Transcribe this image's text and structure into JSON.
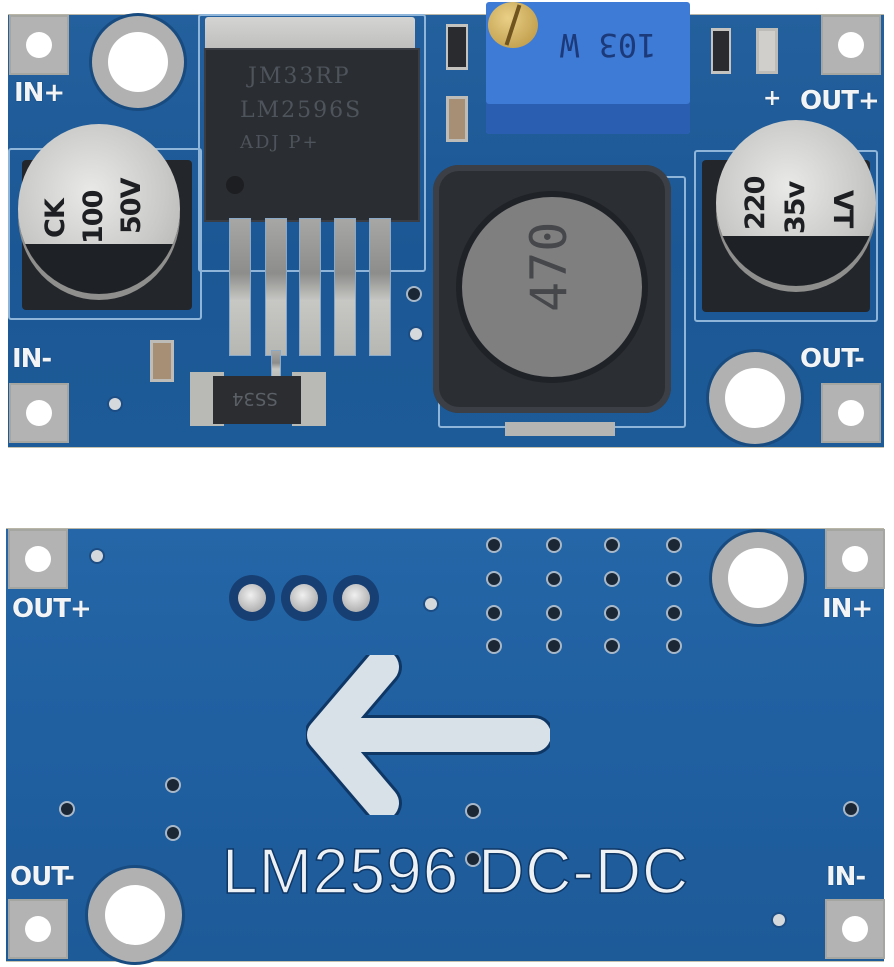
{
  "image": {
    "subject": "LM2596 DC-DC buck converter module, front and back views",
    "background_color": "#ffffff",
    "pcb_color": "#1f5f9c",
    "silkscreen_color": "#f2f4f6"
  },
  "top_board": {
    "view": "component side",
    "labels": {
      "in_plus": "IN+",
      "in_minus": "IN-",
      "out_plus": "OUT+",
      "out_minus": "OUT-",
      "led_polarity": "+"
    },
    "ic": {
      "line1": "JM33RP",
      "line2": "LM2596S",
      "line3": "ADJ    P+"
    },
    "input_capacitor": {
      "line1": "CK",
      "line2": "100",
      "line3": "50V"
    },
    "output_capacitor": {
      "line1": "220",
      "line2": "35v",
      "line3": "VT"
    },
    "inductor": {
      "marking": "470"
    },
    "potentiometer": {
      "marking": "103 W",
      "color": "#3e7bd6"
    },
    "diode": {
      "marking": "SS34"
    }
  },
  "bottom_board": {
    "view": "solder side",
    "labels": {
      "out_plus": "OUT+",
      "out_minus": "OUT-",
      "in_plus": "IN+",
      "in_minus": "IN-"
    },
    "title": "LM2596 DC-DC",
    "arrow_direction": "left"
  }
}
